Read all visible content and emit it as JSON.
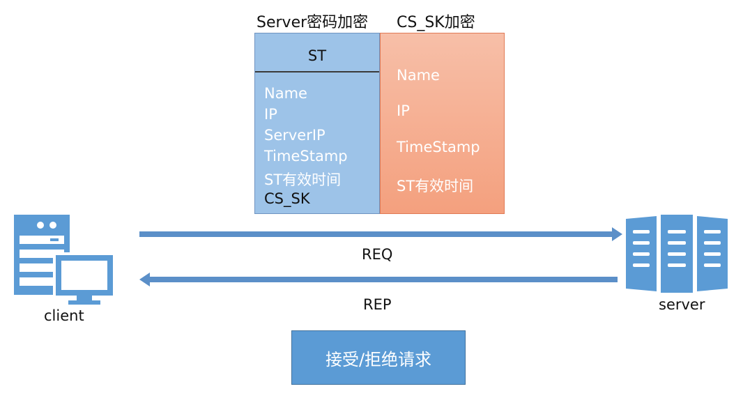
{
  "headers": {
    "left": "Server密码加密",
    "right": "CS_SK加密"
  },
  "st_box": {
    "title": "ST",
    "fields": [
      "Name",
      "IP",
      "ServerIP",
      "TimeStamp",
      "ST有效时间",
      "CS_SK"
    ]
  },
  "cs_box": {
    "fields": [
      "Name",
      "IP",
      "TimeStamp",
      "ST有效时间"
    ]
  },
  "arrows": {
    "req": "REQ",
    "rep": "REP"
  },
  "nodes": {
    "client": "client",
    "server": "server"
  },
  "action": {
    "label": "接受/拒绝请求"
  },
  "colors": {
    "blue_box": "#9dc3e8",
    "orange_box": "#f4a07e",
    "icon_blue": "#5b9bd5",
    "arrow": "#5b8fc8",
    "action_box": "#5b9bd5"
  }
}
